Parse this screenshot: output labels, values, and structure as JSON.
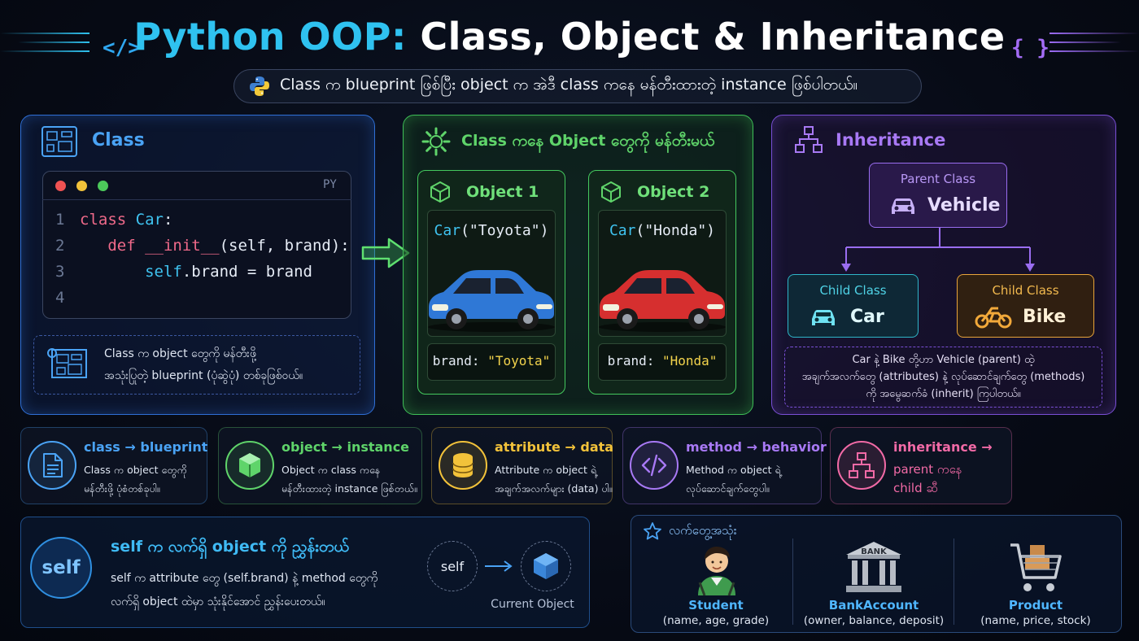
{
  "header": {
    "title_highlight": "Python OOP:",
    "title_rest": "Class, Object & Inheritance",
    "left_tag": "</>",
    "right_tag": "{ }",
    "subtitle": "Class က blueprint ဖြစ်ပြီး object က အဲဒီ class ကနေ မန်တီးထားတဲ့ instance ဖြစ်ပါတယ်။"
  },
  "class_panel": {
    "heading": "Class",
    "code_lang": "PY",
    "code_lines": [
      {
        "n": "1",
        "parts": [
          {
            "t": "class ",
            "c": "kw"
          },
          {
            "t": "Car",
            "c": "cls"
          },
          {
            "t": ":",
            "c": "plain"
          }
        ]
      },
      {
        "n": "2",
        "parts": [
          {
            "t": "   def ",
            "c": "kw"
          },
          {
            "t": "__init__",
            "c": "kw"
          },
          {
            "t": "(self, brand):",
            "c": "plain"
          }
        ]
      },
      {
        "n": "3",
        "parts": [
          {
            "t": "       self",
            "c": "cls"
          },
          {
            "t": ".brand = brand",
            "c": "plain"
          }
        ]
      },
      {
        "n": "4",
        "parts": []
      }
    ],
    "note_line1": "Class က object တွေကို မန်တီးဖို့",
    "note_line2": "အသုံးပြုတဲ့ blueprint (ပုံဆွဲပုံ) တစ်ခုဖြစ်ဝယ်။"
  },
  "object_panel": {
    "heading": "Class ကနေ Object တွေကို မန်တီးမယ်",
    "objects": [
      {
        "title": "Object 1",
        "ctor_name": "Car",
        "ctor_arg": "(\"Toyota\")",
        "attr_key": "brand: ",
        "attr_val": "\"Toyota\"",
        "car_color": "#2f78d6"
      },
      {
        "title": "Object 2",
        "ctor_name": "Car",
        "ctor_arg": "(\"Honda\")",
        "attr_key": "brand: ",
        "attr_val": "\"Honda\"",
        "car_color": "#d62f2f"
      }
    ]
  },
  "inheritance_panel": {
    "heading": "Inheritance",
    "parent_label": "Parent Class",
    "parent_name": "Vehicle",
    "child1_label": "Child Class",
    "child1_name": "Car",
    "child2_label": "Child Class",
    "child2_name": "Bike",
    "note_line1": "Car နဲ့ Bike တို့ဟာ Vehicle (parent) ထဲ့",
    "note_line2": "အချက်အလက်တွေ (attributes) နဲ့ လုပ်ဆောင်ချက်တွေ (methods)",
    "note_line3": "ကို အမွေဆက်ခံ (inherit) ကြပါတယ်။"
  },
  "concepts": [
    {
      "title": "class → blueprint",
      "desc1": "Class က object တွေကို",
      "desc2": "မန်တီးဖို့ ပုံစံတစ်ခုပါ။",
      "color": "#4aa3f5"
    },
    {
      "title": "object → instance",
      "desc1": "Object က class ကနေ",
      "desc2": "မန်တီးထားတဲ့ instance ဖြစ်တယ်။",
      "color": "#5fd46a"
    },
    {
      "title": "attribute → data",
      "desc1": "Attribute က object ရဲ့",
      "desc2": "အချက်အလက်များ (data) ပါ။",
      "color": "#f2c23a"
    },
    {
      "title": "method → behavior",
      "desc1": "Method က object ရဲ့",
      "desc2": "လုပ်ဆောင်ချက်တွေပါ။",
      "color": "#a879f5"
    },
    {
      "title": "inheritance →",
      "desc1": "parent ကနေ",
      "desc2": "child ဆီ",
      "color": "#f26aa6"
    }
  ],
  "self_panel": {
    "badge": "self",
    "title": "self က လက်ရှိ object ကို ညွှန်းတယ်",
    "desc1": "self က attribute တွေ (self.brand) နဲ့ method တွေကို",
    "desc2": "လက်ရှိ object ထဲမှာ သုံးနိုင်အောင် ညွှန်းပေးတယ်။",
    "diagram_self": "self",
    "diagram_caption": "Current Object"
  },
  "examples_panel": {
    "heading": "လက်တွေ့အသုံး",
    "items": [
      {
        "name": "Student",
        "fields": "(name, age, grade)"
      },
      {
        "name": "BankAccount",
        "fields": "(owner, balance, deposit)",
        "sign": "BANK"
      },
      {
        "name": "Product",
        "fields": "(name, price, stock)"
      }
    ]
  }
}
